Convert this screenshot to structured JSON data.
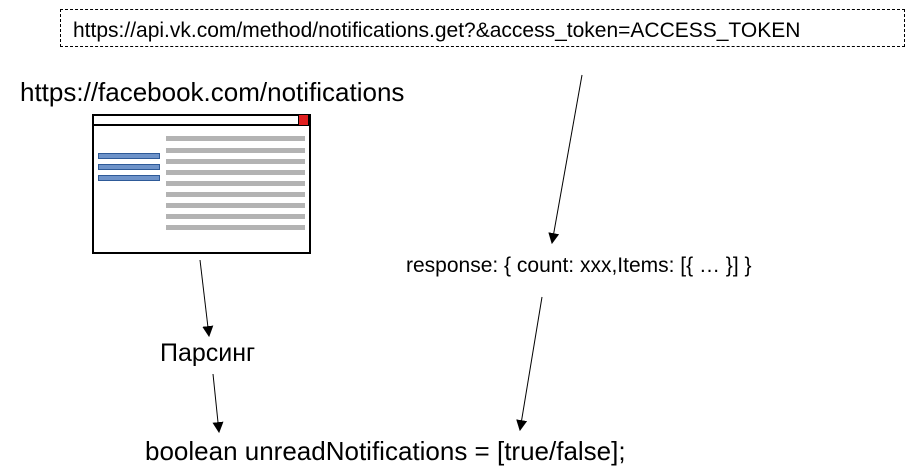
{
  "api_url": "https://api.vk.com/method/notifications.get?&access_token=ACCESS_TOKEN",
  "facebook_url": "https://facebook.com/notifications",
  "response": "response: { count: xxx,Items: [{ … }] }",
  "parsing": "Парсинг",
  "result": "boolean unreadNotifications = [true/false];",
  "browser_icon": {
    "icon": "browser-window-icon",
    "close_color": "#e02020",
    "menu_color": "#6e93c9",
    "content_color": "#b3b3b3"
  }
}
